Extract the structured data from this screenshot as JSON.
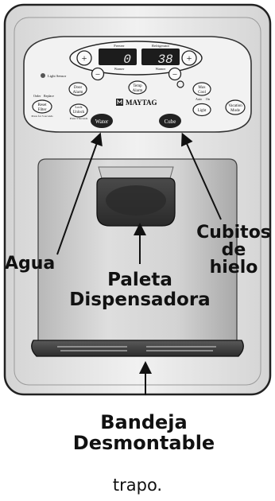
{
  "panel": {
    "display": {
      "left_value": "0",
      "right_value": "38",
      "left_header": "Freezer",
      "right_header": "Refrigerator",
      "left_sub": "Warmer",
      "right_sub": "Warmer",
      "plus": "+",
      "minus": "−"
    },
    "buttons": {
      "light_sensor": "Light Sensor",
      "door_alarm": [
        "Door",
        "Alarm"
      ],
      "temp_alarm": [
        "Temp",
        "Alarm"
      ],
      "max_cool": [
        "Max",
        "Cool"
      ],
      "reset_filter": [
        "Reset",
        "Filter"
      ],
      "order": "Order",
      "replace": "Replace",
      "filter_note": "Press for 3 seconds",
      "lock": "Lock",
      "unlock": "Unlock",
      "lock_note": "Press 3 Seconds",
      "brand": "MAYTAG",
      "light_on": "On",
      "light_auto": "Auto",
      "light": "Light",
      "vacation_mode": [
        "Vacation",
        "Mode"
      ],
      "water": "Water",
      "cube": "Cube"
    }
  },
  "callouts": {
    "agua": "Agua",
    "cubitos": [
      "Cubitos",
      "de",
      "hielo"
    ],
    "paleta": [
      "Paleta",
      "Dispensadora"
    ],
    "bandeja": [
      "Bandeja",
      "Desmontable"
    ]
  },
  "footer": "trapo.",
  "colors": {
    "frame": "#e6e6e6",
    "panel": "#ececec",
    "display": "#1a1a1a",
    "water_button": "#222222"
  }
}
